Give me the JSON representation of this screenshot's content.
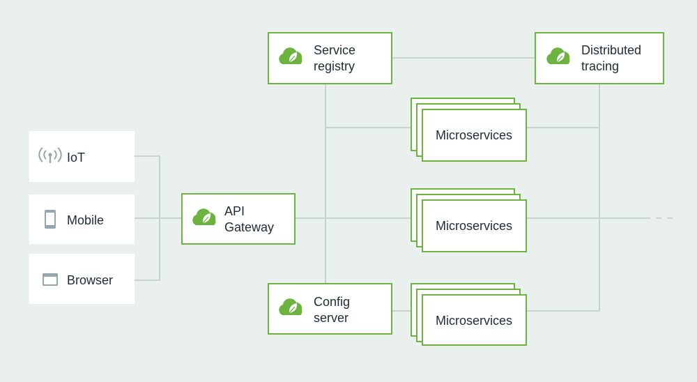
{
  "clients": {
    "iot": "IoT",
    "mobile": "Mobile",
    "browser": "Browser"
  },
  "gateway": {
    "line1": "API",
    "line2": "Gateway"
  },
  "service_registry": {
    "line1": "Service",
    "line2": "registry"
  },
  "config_server": {
    "line1": "Config",
    "line2": "server"
  },
  "distributed_tracing": {
    "line1": "Distributed",
    "line2": "tracing"
  },
  "microservices": [
    "Microservices",
    "Microservices",
    "Microservices"
  ],
  "colors": {
    "accent": "#6db33f",
    "background": "#e9f0ee",
    "connector": "#c7d3d1",
    "icon": "#93a7ac"
  }
}
